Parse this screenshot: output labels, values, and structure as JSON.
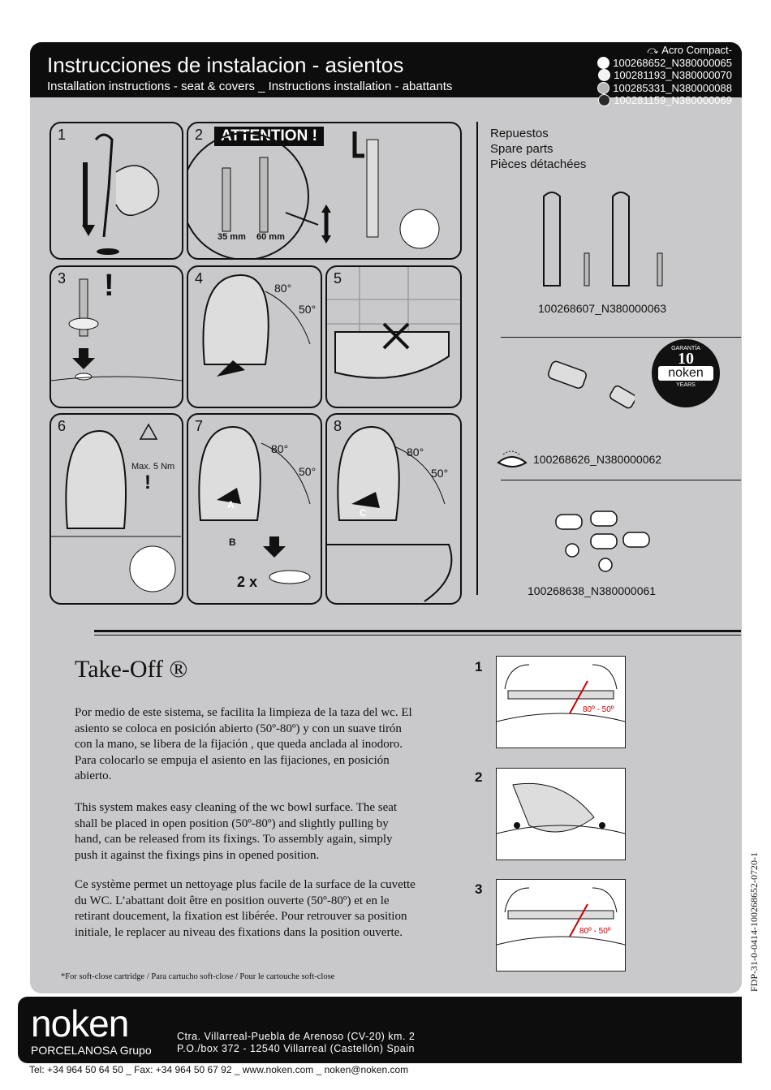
{
  "header": {
    "title": "Instrucciones de instalacion - asientos",
    "subtitle": "Installation instructions - seat & covers _ Instructions installation - abattants",
    "model": "Acro Compact-",
    "variants": [
      {
        "code": "100268652_N380000065",
        "color": "#ffffff"
      },
      {
        "code": "100281193_N380000070",
        "color": "#f2f2f2"
      },
      {
        "code": "100285331_N380000088",
        "color": "#b5b5b5"
      },
      {
        "code": "100281159_N380000069",
        "color": "#2a2a2a"
      }
    ]
  },
  "steps": {
    "s1": "1",
    "s2": "2",
    "s3": "3",
    "s4": "4",
    "s5": "5",
    "s6": "6",
    "s7": "7",
    "s8": "8",
    "attention": "ATTENTION !",
    "screw_35": "35 mm",
    "screw_60": "60 mm",
    "exclaim": "!",
    "angle_80": "80°",
    "angle_50": "50°",
    "max_torque": "Max. 5 Nm",
    "label_a": "A",
    "label_b": "B",
    "label_c": "C",
    "qty": "2 x"
  },
  "spares": {
    "title_es": "Repuestos",
    "title_en": "Spare parts",
    "title_fr": "Pièces détachées",
    "code1": "100268607_N380000063",
    "code2": "100268626_N380000062",
    "code3": "100268638_N380000061",
    "guarantee_top": "GARANTÍA",
    "guarantee_years": "10",
    "guarantee_brand": "noken",
    "guarantee_bottom": "YEARS"
  },
  "takeoff": {
    "title": "Take-Off ®",
    "para_es": "Por medio de este sistema, se facilita la limpieza de la taza del wc.  El asiento se coloca en posición abierto (50º-80º) y con un suave tirón con la mano, se libera de la fijación , que queda anclada al inodoro. Para colocarlo se empuja el asiento en las fijaciones, en posición abierto.",
    "para_en": "This system makes easy cleaning of the wc bowl surface. The seat shall be placed in open position (50º-80º) and slightly pulling by hand, can be released from its fixings. To assembly again, simply push it against the fixings pins in opened position.",
    "para_fr": "Ce système permet un nettoyage plus facile de la surface de la cuvette du WC. L’abattant doit être en position ouverte (50º-80º) et en le retirant doucement, la fixation est libérée. Pour retrouver sa position initiale, le replacer au niveau des fixations dans la position ouverte.",
    "footnote": "*For soft-close cartridge / Para cartucho soft-close / Pour le cartouche soft-close",
    "n1": "1",
    "n2": "2",
    "n3": "3",
    "angle_range": "80º - 50º"
  },
  "footer": {
    "brand": "noken",
    "brand_sub": "PORCELANOSA Grupo",
    "address1": "Ctra.  Villarreal-Puebla  de  Arenoso  (CV-20)  km.  2",
    "address2": "P.O./box  372  -  12540  Villarreal  (Castellón)  Spain",
    "contact": "Tel:  +34 964 50 64 50 _ Fax: +34 964 50 67 92 _ www.noken.com _ noken@noken.com",
    "doc_code": "FDP-31-0-0414-100268652-0720-1"
  }
}
